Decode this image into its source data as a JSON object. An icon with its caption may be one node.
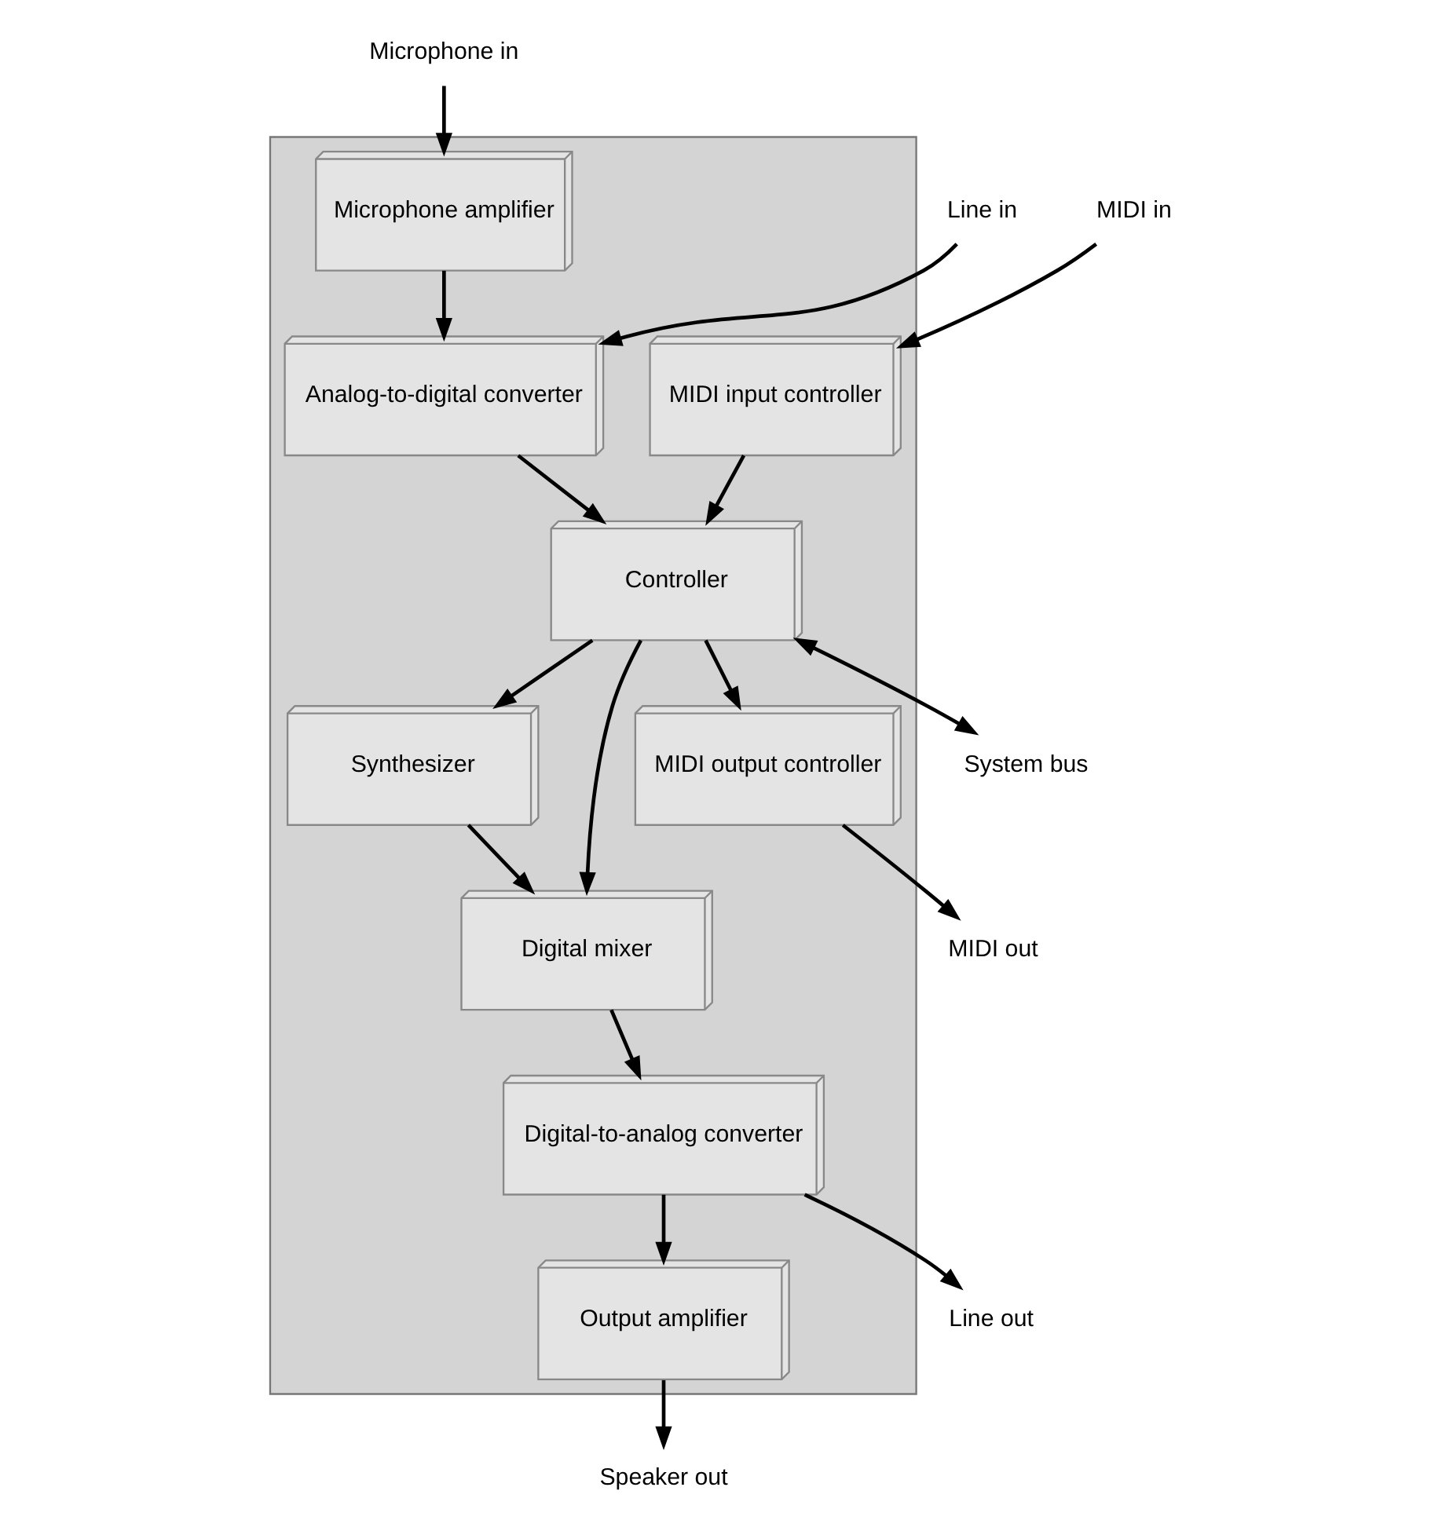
{
  "diagram": {
    "nodes": [
      {
        "text": [],
        "shape": "box"
      },
      {
        "text": [
          "MIDI in"
        ]
      },
      {
        "text": [
          "MIDI input controller"
        ],
        "in": 0
      },
      {
        "text": [
          "System bus"
        ]
      },
      {
        "text": [
          "Microphone in"
        ]
      },
      {
        "text": [
          "Microphone amplifier"
        ],
        "in": 0
      },
      {
        "text": [
          "Analog-to-digital converter"
        ],
        "in": 0
      },
      {
        "text": [
          "Line in"
        ]
      },
      {
        "text": [
          "Speaker out"
        ]
      },
      {
        "text": [
          "Output amplifier"
        ],
        "in": 0
      },
      {
        "text": [
          "Digital-to-analog converter"
        ],
        "in": 0
      },
      {
        "text": [
          "Line out"
        ]
      },
      {
        "text": [
          "Digital mixer"
        ],
        "in": 0
      },
      {
        "text": [
          "Controller"
        ],
        "in": 0
      },
      {
        "text": [
          "Synthesizer"
        ],
        "in": 0
      },
      {
        "text": [
          "MIDI out"
        ]
      },
      {
        "text": [
          "MIDI output controller"
        ],
        "in": 0
      }
    ],
    "edges": [
      {
        "from": 1,
        "to": 2,
        "arrow": "to"
      },
      {
        "from": 2,
        "to": 13,
        "arrow": "to"
      },
      {
        "from": 4,
        "to": 5,
        "arrow": "to"
      },
      {
        "from": 5,
        "to": 6,
        "arrow": "to"
      },
      {
        "from": 7,
        "to": 6,
        "arrow": "to"
      },
      {
        "from": 6,
        "to": 13,
        "arrow": "to"
      },
      {
        "from": 10,
        "to": 9,
        "arrow": "to"
      },
      {
        "from": 9,
        "to": 8,
        "arrow": "to"
      },
      {
        "from": 10,
        "to": 11,
        "arrow": "to"
      },
      {
        "from": 12,
        "to": 10,
        "arrow": "to"
      },
      {
        "from": 13,
        "to": 12,
        "arrow": "to"
      },
      {
        "from": 14,
        "to": 12,
        "arrow": "to"
      },
      {
        "from": 13,
        "to": 14,
        "arrow": "to"
      },
      {
        "from": 13,
        "to": 16,
        "arrow": "to"
      },
      {
        "from": 16,
        "to": 15,
        "arrow": "to"
      },
      {
        "from": 13,
        "to": 3,
        "arrow": "both"
      }
    ]
  }
}
